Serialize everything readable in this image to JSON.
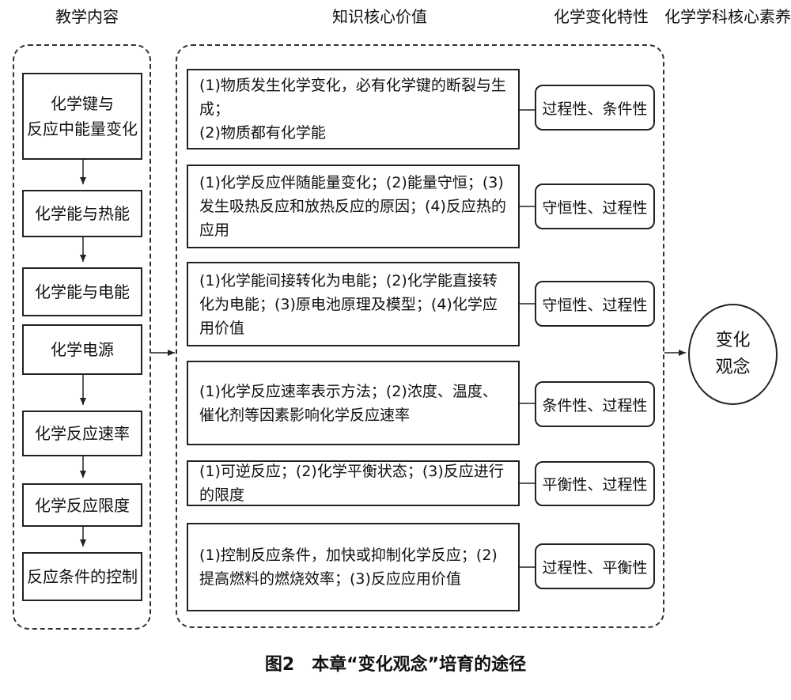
{
  "headers": {
    "content": "教学内容",
    "knowledge": "知识核心价值",
    "change_characteristics": "化学变化特性",
    "literacy": "化学学科核心素养"
  },
  "topics": [
    "化学键与\n反应中能量变化",
    "化学能与热能",
    "化学能与电能",
    "化学电源",
    "化学反应速率",
    "化学反应限度",
    "反应条件的控制"
  ],
  "knowledge": [
    "(1)物质发生化学变化，必有化学键的断裂与生成；\n(2)物质都有化学能",
    "(1)化学反应伴随能量变化；(2)能量守恒；(3)发生吸热反应和放热反应的原因；(4)反应热的应用",
    "(1)化学能间接转化为电能；(2)化学能直接转化为电能；(3)原电池原理及模型；(4)化学应用价值",
    "(1)化学反应速率表示方法；(2)浓度、温度、催化剂等因素影响化学反应速率",
    "(1)可逆反应；(2)化学平衡状态；(3)反应进行的限度",
    "(1)控制反应条件，加快或抑制化学反应；(2)提高燃料的燃烧效率；(3)反应应用价值"
  ],
  "characteristics": [
    "过程性、条件性",
    "守恒性、过程性",
    "守恒性、过程性",
    "条件性、过程性",
    "平衡性、过程性",
    "过程性、平衡性"
  ],
  "result": "变化\n观念",
  "caption": "图2　本章“变化观念”培育的途径"
}
